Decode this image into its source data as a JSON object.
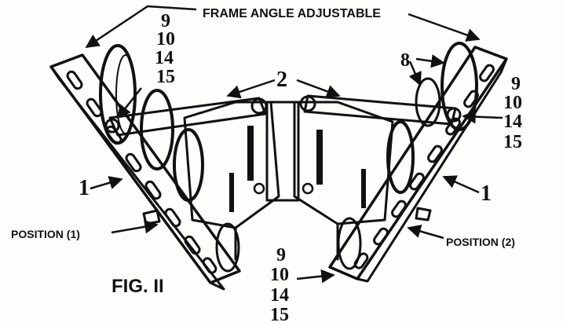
{
  "labels": {
    "frame_angle": "FRAME ANGLE ADJUSTABLE",
    "position_1": "POSITION (1)",
    "position_2": "POSITION (2)",
    "figure": "FIG. II",
    "callout_2": "2",
    "callout_8": "8",
    "callout_1_left": "1",
    "callout_1_right": "1",
    "stack_left": [
      "9",
      "10",
      "14",
      "15"
    ],
    "stack_right": [
      "9",
      "10",
      "14",
      "15"
    ],
    "stack_bottom": [
      "9",
      "10",
      "14",
      "15"
    ]
  },
  "colors": {
    "ink": "#111111",
    "paper": "#fdfdfb",
    "shade": "#cfcfcf"
  }
}
